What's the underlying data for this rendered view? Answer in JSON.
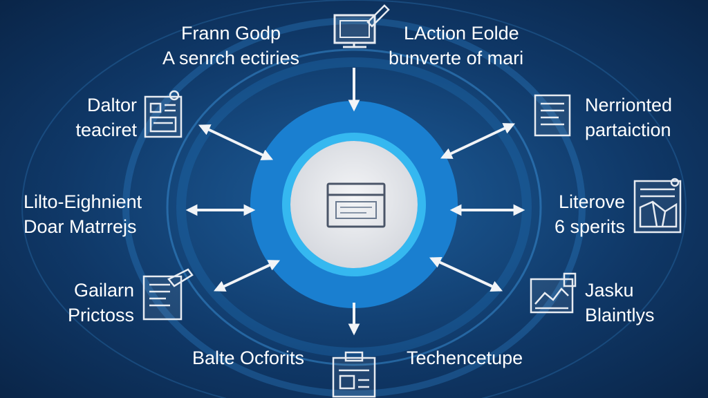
{
  "nodes": [
    {
      "id": "top",
      "line1": "Frann Godp",
      "line2": "A senrch ectiries",
      "icon": "monitor-pen-icon"
    },
    {
      "id": "top-right",
      "line1": "LAction Eolde",
      "line2": "bunverte of mari",
      "icon": "none"
    },
    {
      "id": "upper-left",
      "line1": "Daltor",
      "line2": "teaciret",
      "icon": "document-checklist-icon"
    },
    {
      "id": "upper-right",
      "line1": "Nerrionted",
      "line2": "partaiction",
      "icon": "document-lines-icon"
    },
    {
      "id": "mid-left",
      "line1": "Lilto-Eighnient",
      "line2": "Doar Matrrejs",
      "icon": "none"
    },
    {
      "id": "mid-right",
      "line1": "Literove",
      "line2": "6 sperits",
      "icon": "map-document-icon"
    },
    {
      "id": "lower-left",
      "line1": "Gailarn",
      "line2": "Prictoss",
      "icon": "document-pen-icon"
    },
    {
      "id": "lower-right",
      "line1": "Jasku",
      "line2": "Blaintlys",
      "icon": "chart-image-icon"
    },
    {
      "id": "bottom-left",
      "line1": "Balte Ocforits",
      "line2": "",
      "icon": "none"
    },
    {
      "id": "bottom-right",
      "line1": "Techencetupe",
      "line2": "",
      "icon": "none"
    }
  ],
  "center": {
    "icon": "window-screen-icon"
  },
  "colors": {
    "background": "#0f3766",
    "ring": "#1a7fd0",
    "glow": "#35b8f0",
    "core": "#e6e8ec",
    "arrow": "#f2f4f7"
  }
}
